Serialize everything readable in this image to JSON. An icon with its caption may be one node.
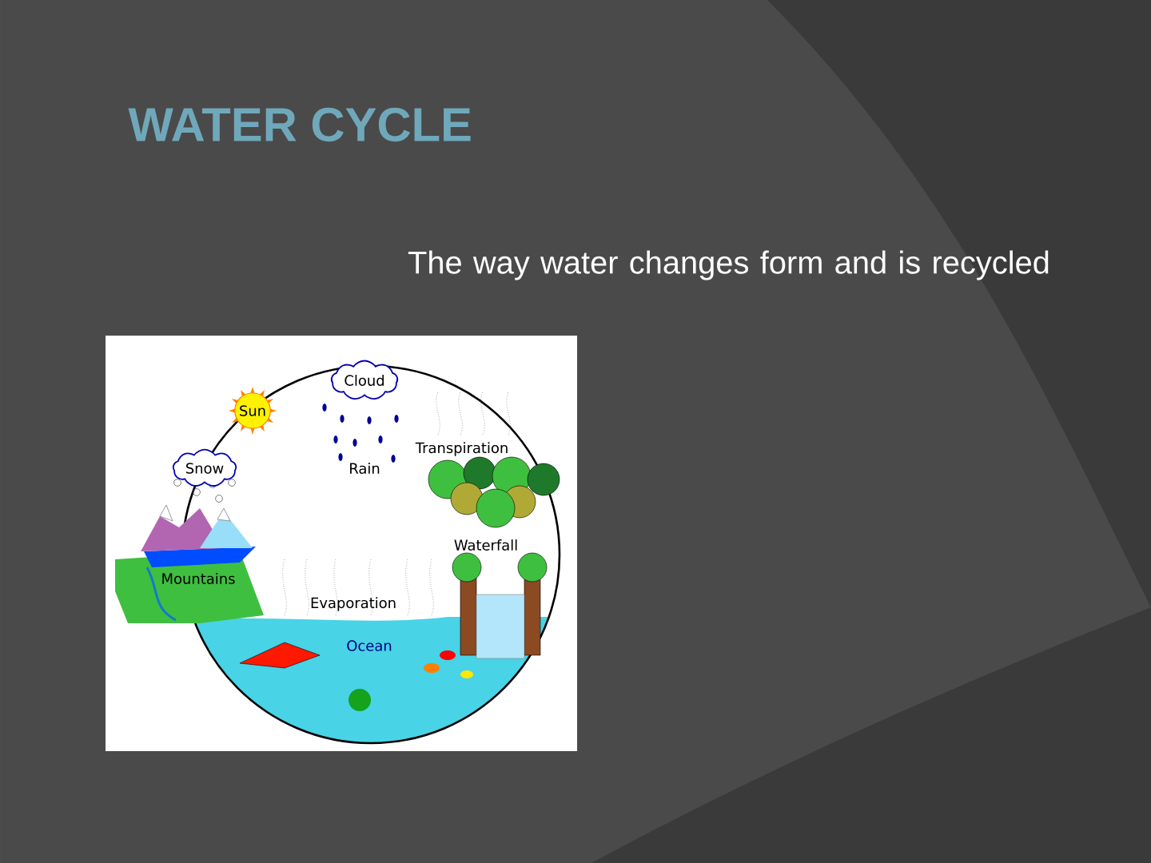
{
  "diagram": {
    "title": "WATER CYCLE",
    "nodes": [
      {
        "text": [
          "Cloud"
        ]
      },
      {
        "text": [
          "Sun"
        ]
      },
      {
        "text": [
          "Snow"
        ]
      }
    ],
    "labels": [
      "The way water changes form and is recycled",
      "Rain",
      "Transpiration",
      "Waterfall",
      "Mountains",
      "Evaporation",
      "Ocean"
    ]
  }
}
